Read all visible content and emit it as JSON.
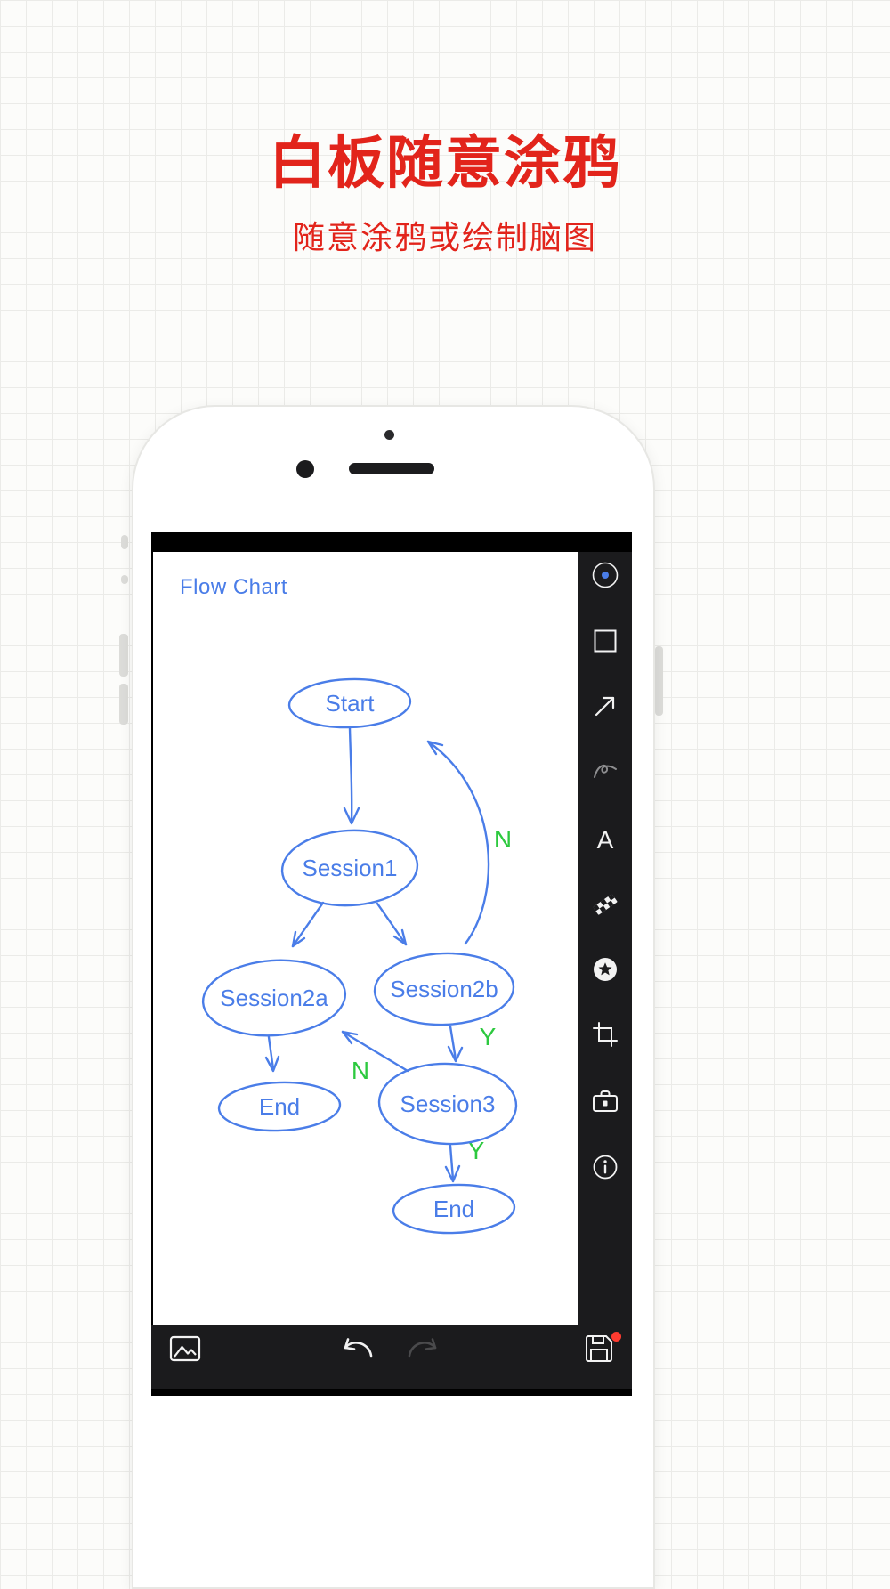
{
  "hero": {
    "title": "白板随意涂鸦",
    "subtitle": "随意涂鸦或绘制脑图",
    "accent": "#e2241b"
  },
  "whiteboard": {
    "canvas_title": "Flow Chart",
    "ink_color": "#4a7de8",
    "branch_label_color": "#2dc93f",
    "nodes": {
      "start": "Start",
      "session1": "Session1",
      "session2a": "Session2a",
      "session2b": "Session2b",
      "end_left": "End",
      "session3": "Session3",
      "end_bottom": "End"
    },
    "edge_labels": {
      "loop_no": "N",
      "session2b_yes": "Y",
      "session3_no": "N",
      "session3_yes": "Y"
    }
  },
  "sidebar": {
    "text_tool_glyph": "A",
    "tools": [
      {
        "name": "pen-color-tool"
      },
      {
        "name": "rectangle-tool"
      },
      {
        "name": "arrow-tool"
      },
      {
        "name": "freehand-curve-tool"
      },
      {
        "name": "text-tool"
      },
      {
        "name": "eraser-tool"
      },
      {
        "name": "favorite-tool"
      },
      {
        "name": "crop-tool"
      },
      {
        "name": "toolbox-tool"
      },
      {
        "name": "info-tool"
      }
    ]
  },
  "toolbar": {
    "buttons": [
      {
        "name": "gallery-button"
      },
      {
        "name": "undo-button"
      },
      {
        "name": "redo-button"
      },
      {
        "name": "save-button",
        "has_badge": true
      }
    ]
  }
}
